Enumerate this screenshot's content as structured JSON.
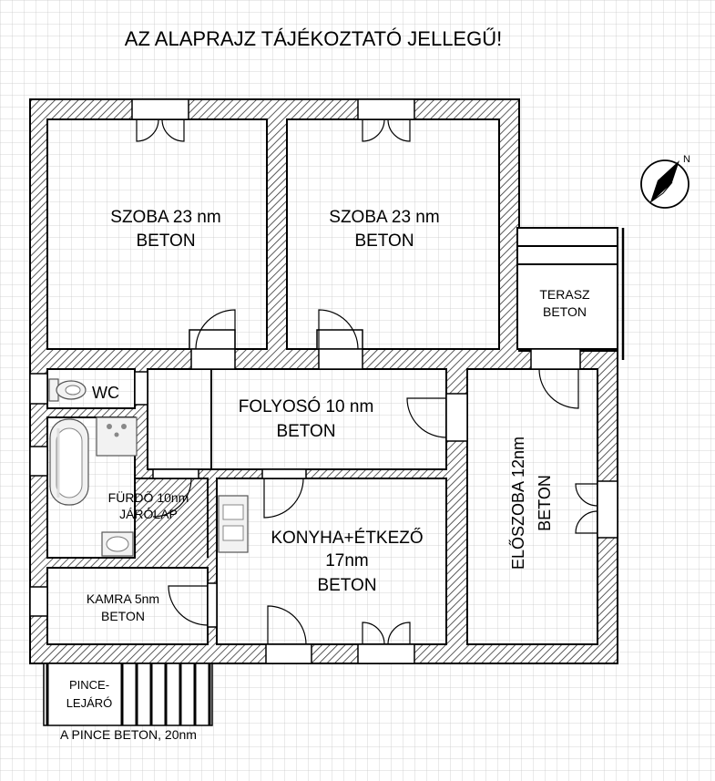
{
  "title": "AZ ALAPRAJZ TÁJÉKOZTATÓ JELLEGŰ!",
  "rooms": {
    "szoba1": {
      "name": "SZOBA  23 nm",
      "floor": "BETON"
    },
    "szoba2": {
      "name": "SZOBA  23 nm",
      "floor": "BETON"
    },
    "terasz": {
      "name": "TERASZ",
      "floor": "BETON"
    },
    "wc": {
      "name": "WC"
    },
    "folyoso": {
      "name": "FOLYOSÓ  10 nm",
      "floor": "BETON"
    },
    "furdo": {
      "name": "FÜRDŐ 10nm",
      "floor": "JÁRÓLAP"
    },
    "konyha": {
      "name": "KONYHA+ÉTKEZŐ",
      "area": "17nm",
      "floor": "BETON"
    },
    "eloszoba": {
      "name": "ELŐSZOBA  12nm",
      "floor": "BETON"
    },
    "kamra": {
      "name": "KAMRA  5nm",
      "floor": "BETON"
    },
    "pince": {
      "line1": "PINCE-",
      "line2": "LEJÁRÓ"
    }
  },
  "footnote": "A PINCE BETON, 20nm",
  "compass": {
    "north_label": "N"
  }
}
